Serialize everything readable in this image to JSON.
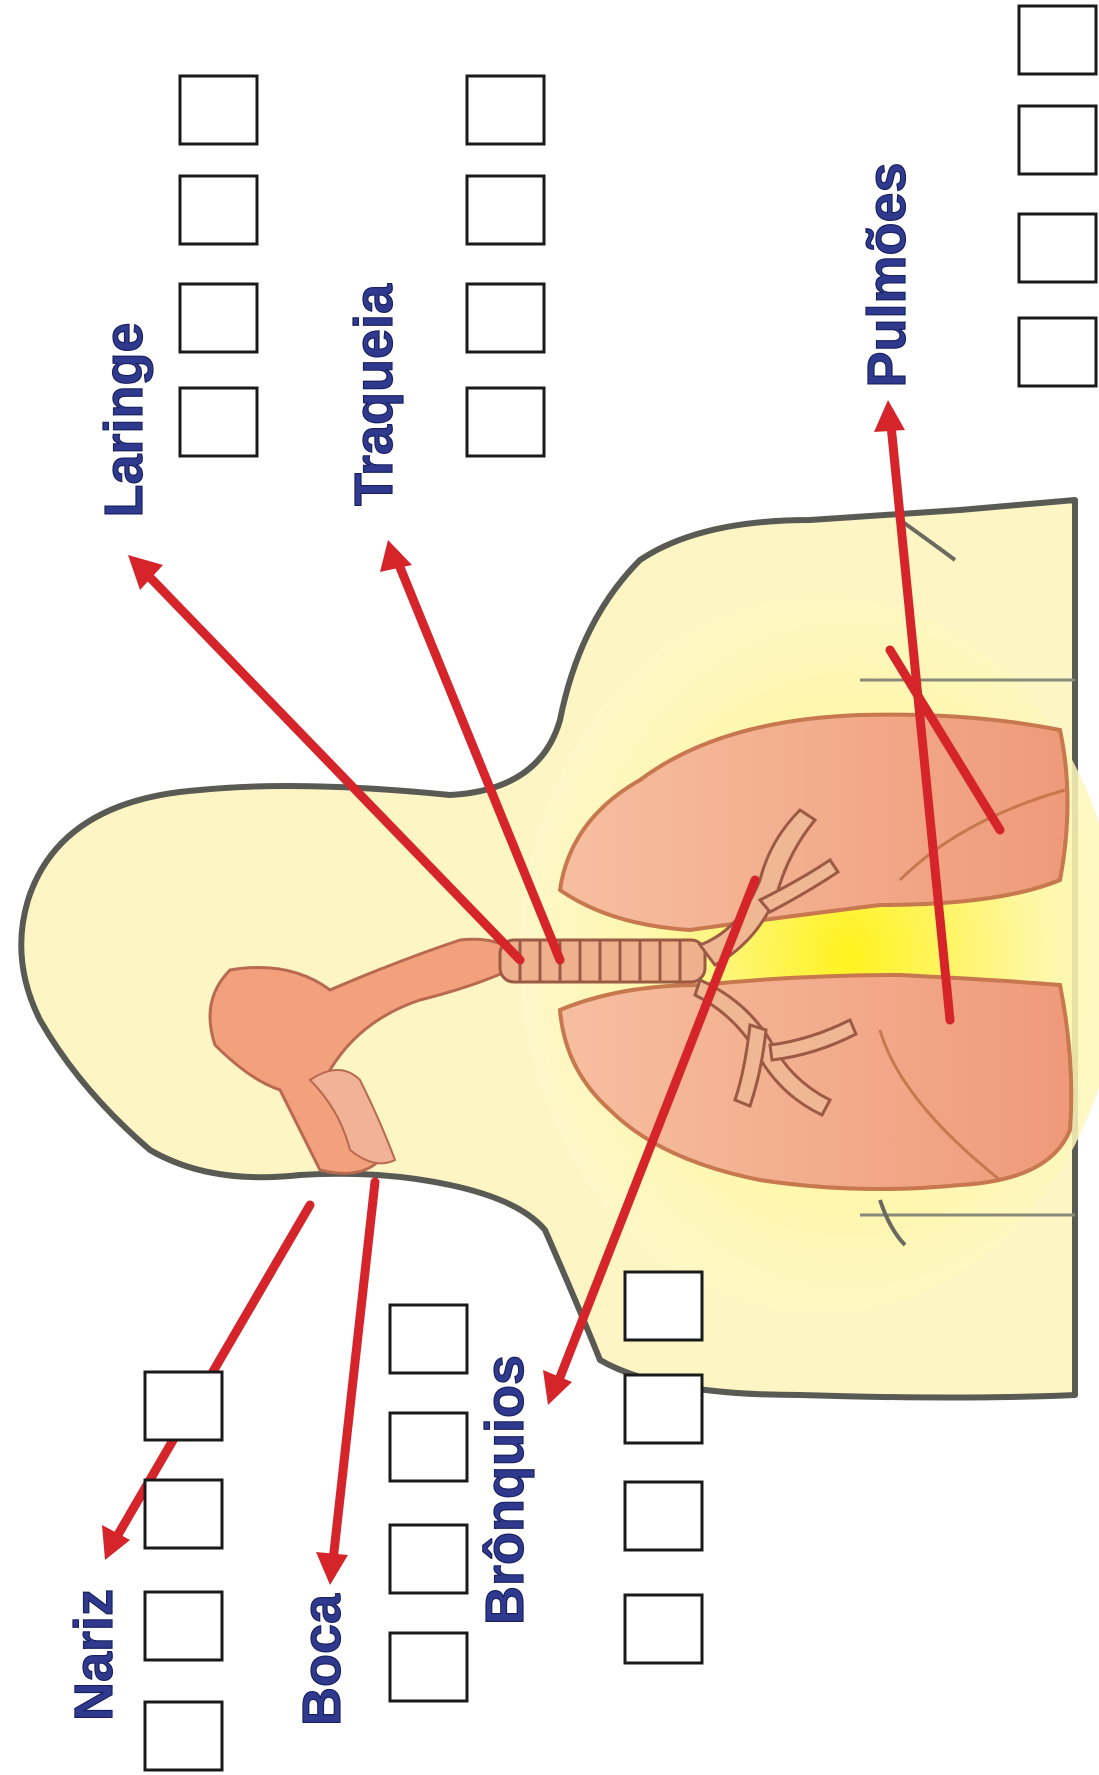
{
  "labels": {
    "laringe": "Laringe",
    "traqueia": "Traqueia",
    "pulmoes": "Pulmões",
    "nariz": "Nariz",
    "boca": "Boca",
    "bronquios": "Brônquios"
  },
  "colors": {
    "label_text": "#2f3a8f",
    "arrow": "#d6252a",
    "skin": "#fdf6c4",
    "lung": "#f2a988",
    "answer_box_border": "#1a1a1a"
  },
  "answer_boxes": {
    "per_label": 4,
    "groups": [
      "Laringe",
      "Traqueia",
      "Pulmões",
      "Nariz",
      "Boca",
      "Brônquios"
    ]
  }
}
